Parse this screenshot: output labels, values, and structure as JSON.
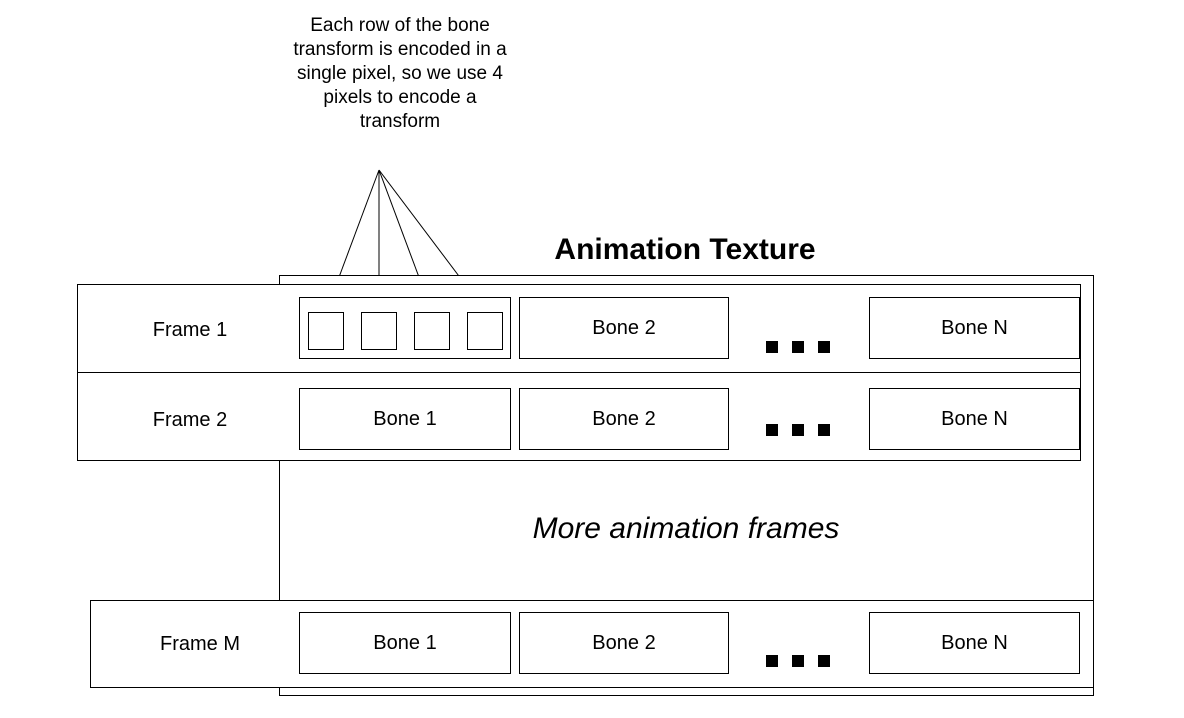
{
  "annotation": {
    "lines": [
      "Each row of the bone",
      "transform is encoded in a",
      "single pixel, so we use 4",
      "pixels to encode a",
      "transform"
    ]
  },
  "texture": {
    "title": "Animation Texture",
    "more_frames_label": "More animation frames"
  },
  "frames": [
    {
      "label": "Frame 1",
      "bones": [
        "",
        "Bone 2",
        "Bone N"
      ]
    },
    {
      "label": "Frame 2",
      "bones": [
        "Bone 1",
        "Bone 2",
        "Bone N"
      ]
    },
    {
      "label": "Frame M",
      "bones": [
        "Bone 1",
        "Bone 2",
        "Bone N"
      ]
    }
  ]
}
